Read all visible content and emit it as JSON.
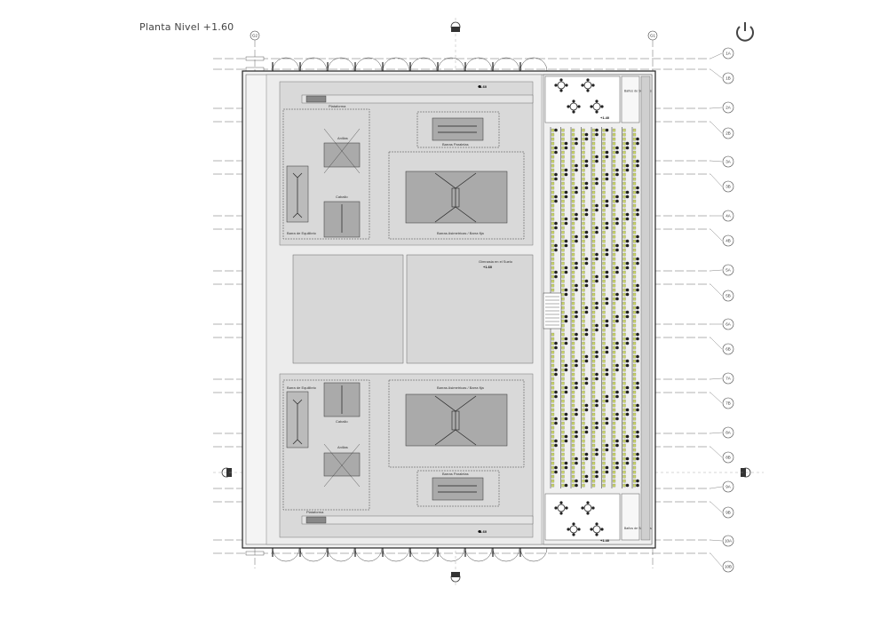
{
  "title": "Planta Nivel +1.60",
  "north_icon": "north-arrow-icon",
  "columns": [
    "G2",
    "G1"
  ],
  "grid_rows": [
    "1A",
    "1B",
    "2A",
    "2B",
    "3A",
    "3B",
    "4A",
    "4B",
    "5A",
    "5B",
    "6A",
    "6B",
    "7A",
    "7B",
    "8A",
    "8B",
    "9A",
    "9B",
    "10A",
    "10B"
  ],
  "levels": {
    "top": "+1.60",
    "bottom": "+1.60",
    "center": "+1.60",
    "bath_top": "+1.40",
    "bath_bottom": "+1.40"
  },
  "labels": {
    "top_bench": "Plataforma",
    "bottom_bench": "Plataforma",
    "top_left_zone": "Barra de Equilibrio",
    "bottom_left_zone": "Barra de Equilibrio",
    "top_small_a": "Anillas",
    "top_small_b": "Caballo",
    "bottom_small_a": "Anillas",
    "bottom_small_b": "Caballo",
    "top_large": "Barras Asimetricas / Barra fija",
    "bottom_large": "Barras Asimetricas / Barra fija",
    "top_parallel": "Barras Paralelas",
    "bottom_parallel": "Barras Paralelas",
    "center_zone": "Gimnasia en el Suelo",
    "wc_top": "Baños de Servicios",
    "wc_bottom": "Baños de Servicios"
  },
  "colors": {
    "line": "#333333",
    "grid": "#555555",
    "floor": "#e6e6e6",
    "zone": "#d2d2d2",
    "equip": "#a8a8a8",
    "seat": "#c8d36a"
  }
}
